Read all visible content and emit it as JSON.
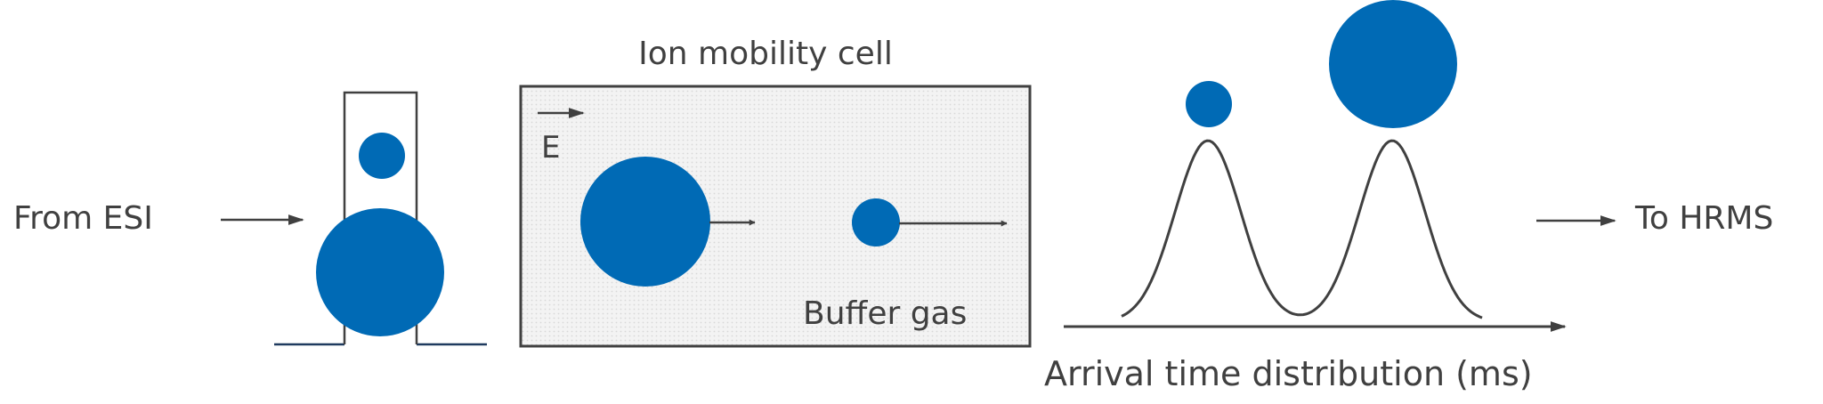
{
  "labels": {
    "from_esi": "From ESI",
    "cell_title": "Ion mobility cell",
    "field_symbol": "E",
    "buffer_gas": "Buffer gas",
    "to_hrms": "To HRMS",
    "axis_label": "Arrival time distribution (ms)"
  },
  "colors": {
    "ion": "#006AB5",
    "line": "#404040",
    "trap_base": "#1F3A5F",
    "cell_fill": "#F3F3F3",
    "cell_dots": "#D8D8D8"
  },
  "icons": {
    "inlet_arrow": "right-arrow-icon",
    "field_arrow": "right-arrow-icon",
    "drift_arrow": "right-arrow-icon",
    "outlet_arrow": "right-arrow-icon"
  }
}
